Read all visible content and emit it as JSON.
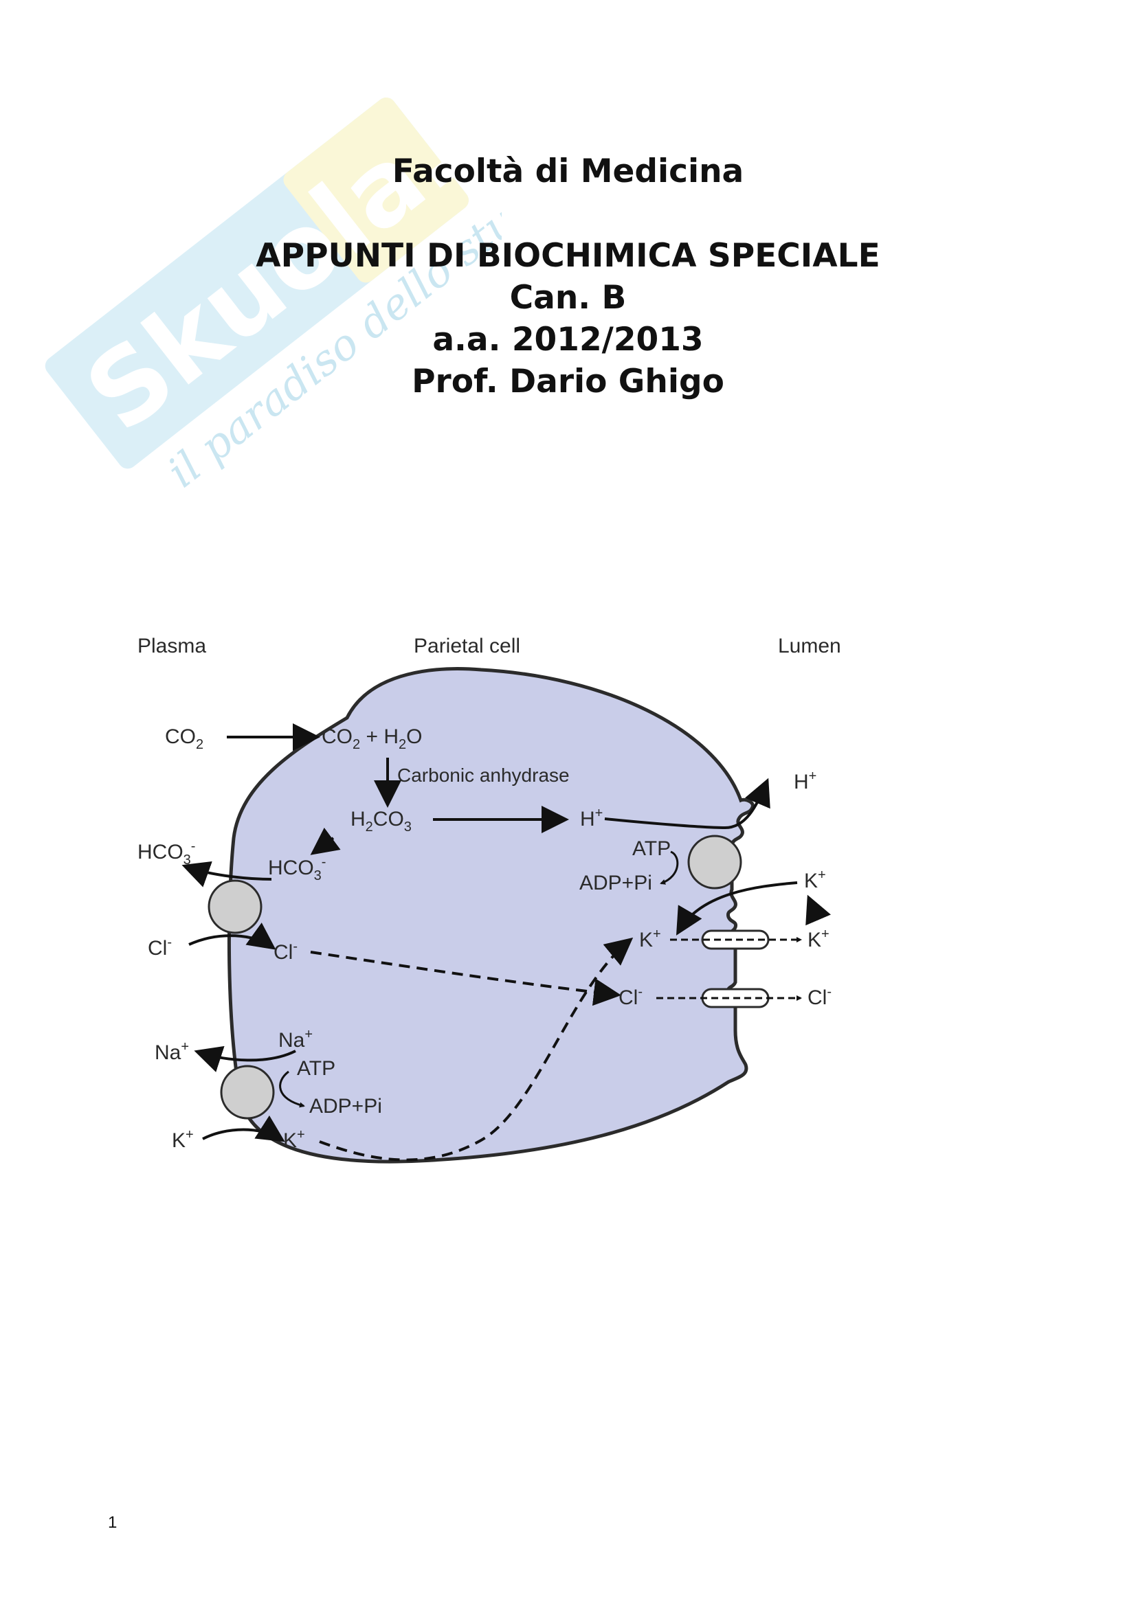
{
  "watermark": {
    "brand": "Skuola.net",
    "tagline": "il paradiso dello studente"
  },
  "header": {
    "faculty": "Facoltà di Medicina",
    "course_title": "APPUNTI DI BIOCHIMICA SPECIALE",
    "channel": "Can. B",
    "academic_year": "a.a. 2012/2013",
    "professor": "Prof. Dario Ghigo"
  },
  "diagram": {
    "region_labels": {
      "plasma": "Plasma",
      "parietal_cell": "Parietal cell",
      "lumen": "Lumen"
    },
    "labels": {
      "co2_plasma": "CO",
      "co2_plus_h2o": "CO",
      "co2_plus_h2o_tail": " + H",
      "h2o_o": "O",
      "sub_2": "2",
      "sub_3": "3",
      "carbonic_anhydrase": "Carbonic anhydrase",
      "h2co3_h": "H",
      "h2co3_co": "CO",
      "h_plus_cell": "H",
      "h_plus_lumen": "H",
      "atp_top": "ATP",
      "adp_pi_top": "ADP+Pi",
      "hco3_plasma": "HCO",
      "hco3_cell": "HCO",
      "cl_plasma": "Cl",
      "cl_cell": "Cl",
      "k_lumen_top": "K",
      "k_cell_channel": "K",
      "k_lumen_channel": "K",
      "cl_cell_channel": "Cl",
      "cl_lumen_channel": "Cl",
      "na_plasma": "Na",
      "na_cell": "Na",
      "atp_bottom": "ATP",
      "adp_pi_bottom": "ADP+Pi",
      "k_plasma": "K",
      "k_cell": "K",
      "plus": "+",
      "minus": "-"
    },
    "colors": {
      "cytoplasm": "#c9cde9",
      "membrane": "#2b2b2b",
      "transporter": "#cfcfcf"
    }
  },
  "page_number": "1"
}
